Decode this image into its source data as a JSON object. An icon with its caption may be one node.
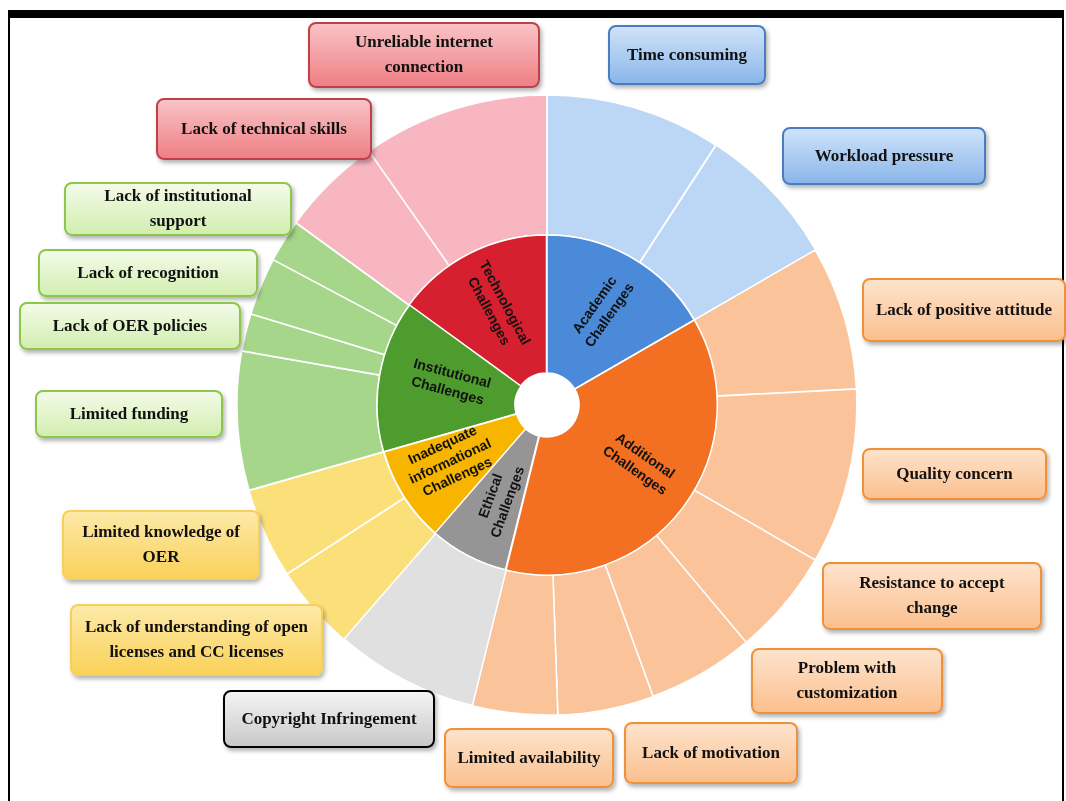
{
  "diagram": {
    "nodes": [
      {
        "text": [
          "Technological Challenges"
        ]
      },
      {
        "text": [
          "Academic Challenges"
        ]
      },
      {
        "text": [
          "Institutional Challenges"
        ]
      },
      {
        "text": [
          "Inadequate informational Challenges"
        ]
      },
      {
        "text": [
          "Ethical Challenges"
        ]
      },
      {
        "text": [
          "Additional Challenges"
        ]
      },
      {
        "text": [
          "Unreliable internet connection"
        ]
      },
      {
        "text": [
          "Time consuming"
        ]
      },
      {
        "text": [
          "Lack of technical skills"
        ]
      },
      {
        "text": [
          "Workload pressure"
        ]
      },
      {
        "text": [
          "Lack of institutional support"
        ]
      },
      {
        "text": [
          "Lack of recognition"
        ]
      },
      {
        "text": [
          "Lack of positive attitude"
        ]
      },
      {
        "text": [
          "Lack of OER policies"
        ]
      },
      {
        "text": [
          "Limited funding"
        ]
      },
      {
        "text": [
          "Quality concern"
        ]
      },
      {
        "text": [
          "Limited knowledge of OER"
        ]
      },
      {
        "text": [
          "Resistance to accept change"
        ]
      },
      {
        "text": [
          "Lack of understanding of open licenses and CC licenses"
        ]
      },
      {
        "text": [
          "Problem with customization"
        ]
      },
      {
        "text": [
          "Copyright Infringement"
        ]
      },
      {
        "text": [
          "Lack of motivation"
        ]
      },
      {
        "text": [
          "Limited availability"
        ]
      },
      {
        "text": [],
        "shape": "wedge"
      },
      {
        "text": [],
        "shape": "wedge"
      },
      {
        "text": [],
        "shape": "wedge"
      },
      {
        "text": [],
        "shape": "wedge"
      },
      {
        "text": [],
        "shape": "wedge"
      },
      {
        "text": [],
        "shape": "wedge"
      },
      {
        "text": [],
        "shape": "wedge"
      },
      {
        "text": [],
        "shape": "wedge"
      },
      {
        "text": [],
        "shape": "wedge"
      },
      {
        "text": [],
        "shape": "wedge"
      },
      {
        "text": [],
        "shape": "wedge"
      },
      {
        "text": [],
        "shape": "wedge"
      },
      {
        "text": [],
        "shape": "wedge"
      },
      {
        "text": [],
        "shape": "wedge"
      },
      {
        "text": [],
        "shape": "wedge"
      },
      {
        "text": [],
        "shape": "wedge"
      },
      {
        "text": [],
        "shape": "wedge"
      }
    ]
  }
}
